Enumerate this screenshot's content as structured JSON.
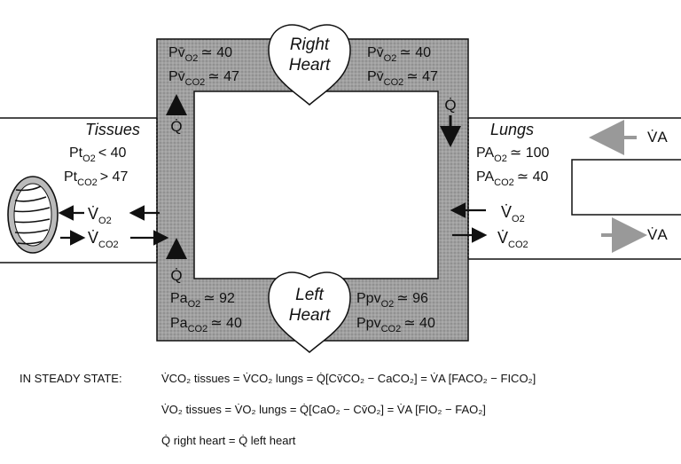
{
  "heart_top": {
    "line1": "Right",
    "line2": "Heart"
  },
  "heart_bottom": {
    "line1": "Left",
    "line2": "Heart"
  },
  "box": {
    "top_left": {
      "l1_main": "Pv̄",
      "l1_sub": "O2",
      "l1_val": "≃ 40",
      "l2_main": "Pv̄",
      "l2_sub": "CO2",
      "l2_val": "≃ 47"
    },
    "top_right": {
      "l1_main": "Pv̄",
      "l1_sub": "O2",
      "l1_val": "≃ 40",
      "l2_main": "Pv̄",
      "l2_sub": "CO2",
      "l2_val": "≃ 47"
    },
    "bottom_left": {
      "l1_main": "Pa",
      "l1_sub": "O2",
      "l1_val": "≃ 92",
      "l2_main": "Pa",
      "l2_sub": "CO2",
      "l2_val": "≃ 40"
    },
    "bottom_right": {
      "l1_main": "Ppv",
      "l1_sub": "O2",
      "l1_val": "≃ 96",
      "l2_main": "Ppv",
      "l2_sub": "CO2",
      "l2_val": "≃ 40"
    },
    "q_label": "Q̇"
  },
  "tissues": {
    "title": "Tissues",
    "line1_main": "Pt",
    "line1_sub": "O2",
    "line1_val": "< 40",
    "line2_main": "Pt",
    "line2_sub": "CO2",
    "line2_val": "> 47",
    "vo2_main": "V̇",
    "vo2_sub": "O2",
    "vco2_main": "V̇",
    "vco2_sub": "CO2"
  },
  "lungs": {
    "title": "Lungs",
    "line1_main": "PA",
    "line1_sub": "O2",
    "line1_val": "≃ 100",
    "line2_main": "PA",
    "line2_sub": "CO2",
    "line2_val": "≃ 40",
    "vo2_main": "V̇",
    "vo2_sub": "O2",
    "vco2_main": "V̇",
    "vco2_sub": "CO2",
    "va_top": "V̇A",
    "va_bottom": "V̇A"
  },
  "equations": {
    "prefix": "IN STEADY STATE:",
    "eq1": "V̇CO₂ tissues = V̇CO₂ lungs = Q̇[Cv̄CO₂ − CaCO₂] = V̇A [FACO₂ − FICO₂]",
    "eq2": "V̇O₂ tissues  = V̇O₂ lungs  = Q̇[CaO₂ − Cv̄O₂] = V̇A [FIO₂ − FAO₂]",
    "eq3": "Q̇ right heart = Q̇ left heart"
  },
  "colors": {
    "box_fill": "#9a9a9a",
    "heart_fill": "#ffffff",
    "ink": "#111111",
    "arrow_gray": "#9a9a9a"
  }
}
